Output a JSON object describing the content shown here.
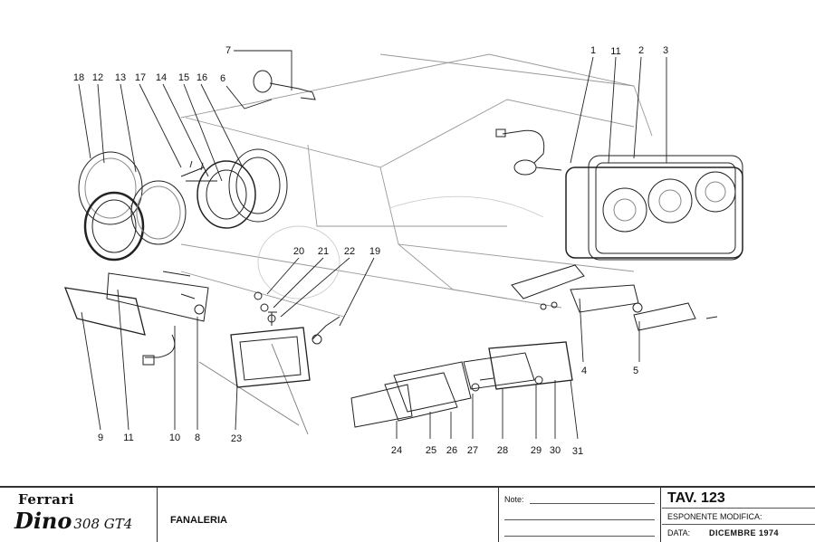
{
  "diagram": {
    "title": "Fanaleria exploded parts diagram",
    "callouts": [
      "1",
      "2",
      "3",
      "4",
      "5",
      "6",
      "7",
      "8",
      "9",
      "10",
      "11",
      "11",
      "12",
      "13",
      "14",
      "15",
      "16",
      "17",
      "18",
      "19",
      "20",
      "21",
      "22",
      "23",
      "24",
      "25",
      "26",
      "27",
      "28",
      "29",
      "30",
      "31"
    ],
    "labels": [
      {
        "id": "7",
        "text": "7"
      },
      {
        "id": "18",
        "text": "18"
      },
      {
        "id": "12",
        "text": "12"
      },
      {
        "id": "13",
        "text": "13"
      },
      {
        "id": "17",
        "text": "17"
      },
      {
        "id": "14",
        "text": "14"
      },
      {
        "id": "15",
        "text": "15"
      },
      {
        "id": "16",
        "text": "16"
      },
      {
        "id": "6",
        "text": "6"
      },
      {
        "id": "1",
        "text": "1"
      },
      {
        "id": "11a",
        "text": "11"
      },
      {
        "id": "2",
        "text": "2"
      },
      {
        "id": "3",
        "text": "3"
      },
      {
        "id": "20",
        "text": "20"
      },
      {
        "id": "21",
        "text": "21"
      },
      {
        "id": "22",
        "text": "22"
      },
      {
        "id": "19",
        "text": "19"
      },
      {
        "id": "4",
        "text": "4"
      },
      {
        "id": "5",
        "text": "5"
      },
      {
        "id": "9",
        "text": "9"
      },
      {
        "id": "11b",
        "text": "11"
      },
      {
        "id": "10",
        "text": "10"
      },
      {
        "id": "8",
        "text": "8"
      },
      {
        "id": "23",
        "text": "23"
      },
      {
        "id": "24",
        "text": "24"
      },
      {
        "id": "25",
        "text": "25"
      },
      {
        "id": "26",
        "text": "26"
      },
      {
        "id": "27",
        "text": "27"
      },
      {
        "id": "28",
        "text": "28"
      },
      {
        "id": "29",
        "text": "29"
      },
      {
        "id": "30",
        "text": "30"
      },
      {
        "id": "31",
        "text": "31"
      }
    ]
  },
  "titleblock": {
    "brand": "Ferrari",
    "model": "Dino",
    "model_suffix": "308 GT4",
    "subject": "FANALERIA",
    "note_label": "Note:",
    "table_label": "TAV. 123",
    "revision_label": "ESPONENTE MODIFICA:",
    "revision_value": "",
    "date_label": "DATA:",
    "date_value": "DICEMBRE 1974"
  }
}
